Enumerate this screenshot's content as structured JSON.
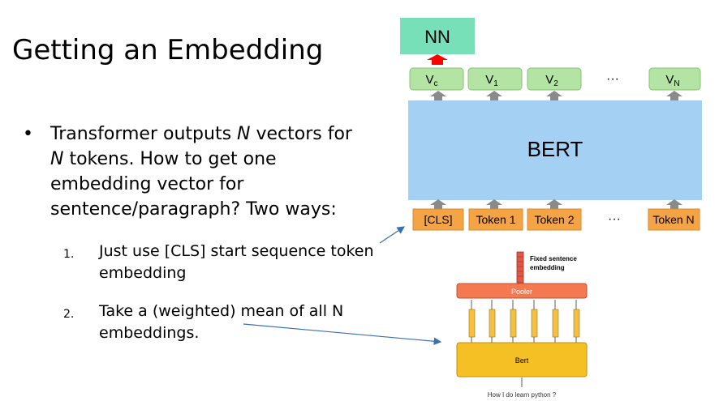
{
  "slide": {
    "title": "Getting an Embedding",
    "bullet": {
      "marker": "•",
      "text_pre1": "Transformer outputs ",
      "text_n1": "N",
      "text_mid": " vectors for ",
      "text_n2": "N",
      "text_post": " tokens. How to get one embedding vector for sentence/paragraph? Two ways:"
    },
    "items": [
      {
        "num": "1.",
        "text": "Just use [CLS] start sequence token embedding"
      },
      {
        "num": "2.",
        "text": "Take a (weighted) mean of all N embeddings."
      }
    ]
  },
  "bert_diagram": {
    "nn_label": "NN",
    "bert_label": "BERT",
    "outputs": [
      "V",
      "V",
      "V",
      "V"
    ],
    "output_subs": [
      "c",
      "1",
      "2",
      "N"
    ],
    "tokens": [
      "[CLS]",
      "Token 1",
      "Token 2",
      "Token N"
    ],
    "ellipsis": "···",
    "colors": {
      "nn": "#78e0b8",
      "out_box": "#b4e4a4",
      "bert": "#a4d0f4",
      "token": "#f4a444",
      "arrow": "#8a8a8a",
      "nn_arrow": "#ff0000"
    }
  },
  "pooling_diagram": {
    "fixed_label_1": "Fixed sentence",
    "fixed_label_2": "embedding",
    "pooler_label": "Pooler",
    "bert_label": "Bert",
    "input_text": "How I do learn python ?",
    "colors": {
      "pooler": "#f47850",
      "bert": "#f4c024",
      "vector": "#f4c040",
      "fixed": "#e05848"
    }
  }
}
